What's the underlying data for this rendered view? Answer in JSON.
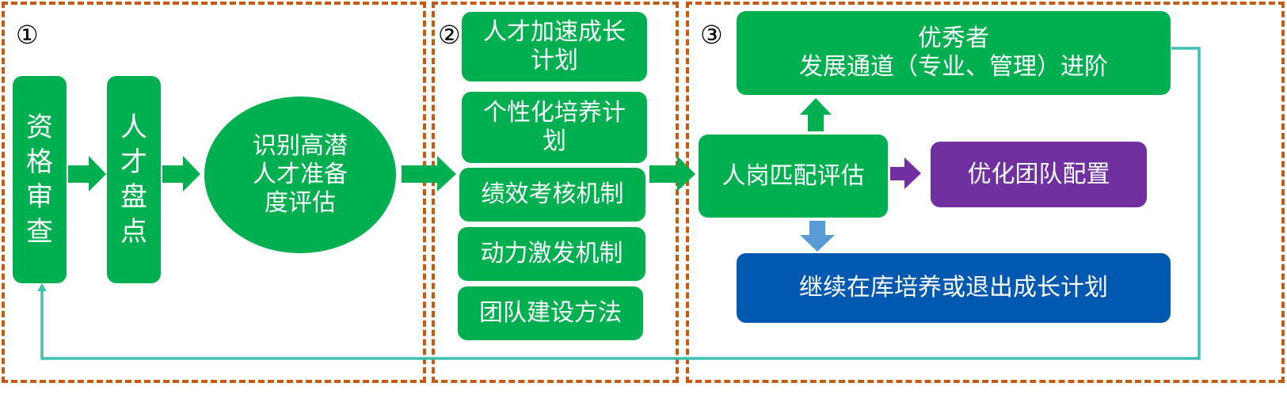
{
  "colors": {
    "green": "#00b050",
    "purple": "#7030a0",
    "blue": "#0058b0",
    "dash_border": "#c55a11",
    "connector": "#3cc0b0"
  },
  "sections": [
    {
      "number": "①"
    },
    {
      "number": "②"
    },
    {
      "number": "③"
    }
  ],
  "section1": {
    "qualification": "资格审查",
    "talent_review": "人才盘点",
    "identify": "识别高潜人才准备度评估"
  },
  "section2": {
    "items": [
      "人才加速成长计划",
      "个性化培养计划",
      "绩效考核机制",
      "动力激发机制",
      "团队建设方法"
    ]
  },
  "section3": {
    "fit_assessment": "人岗匹配评估",
    "excellent_line1": "优秀者",
    "excellent_line2": "发展通道（专业、管理）进阶",
    "optimize": "优化团队配置",
    "continue": "继续在库培养或退出成长计划"
  }
}
